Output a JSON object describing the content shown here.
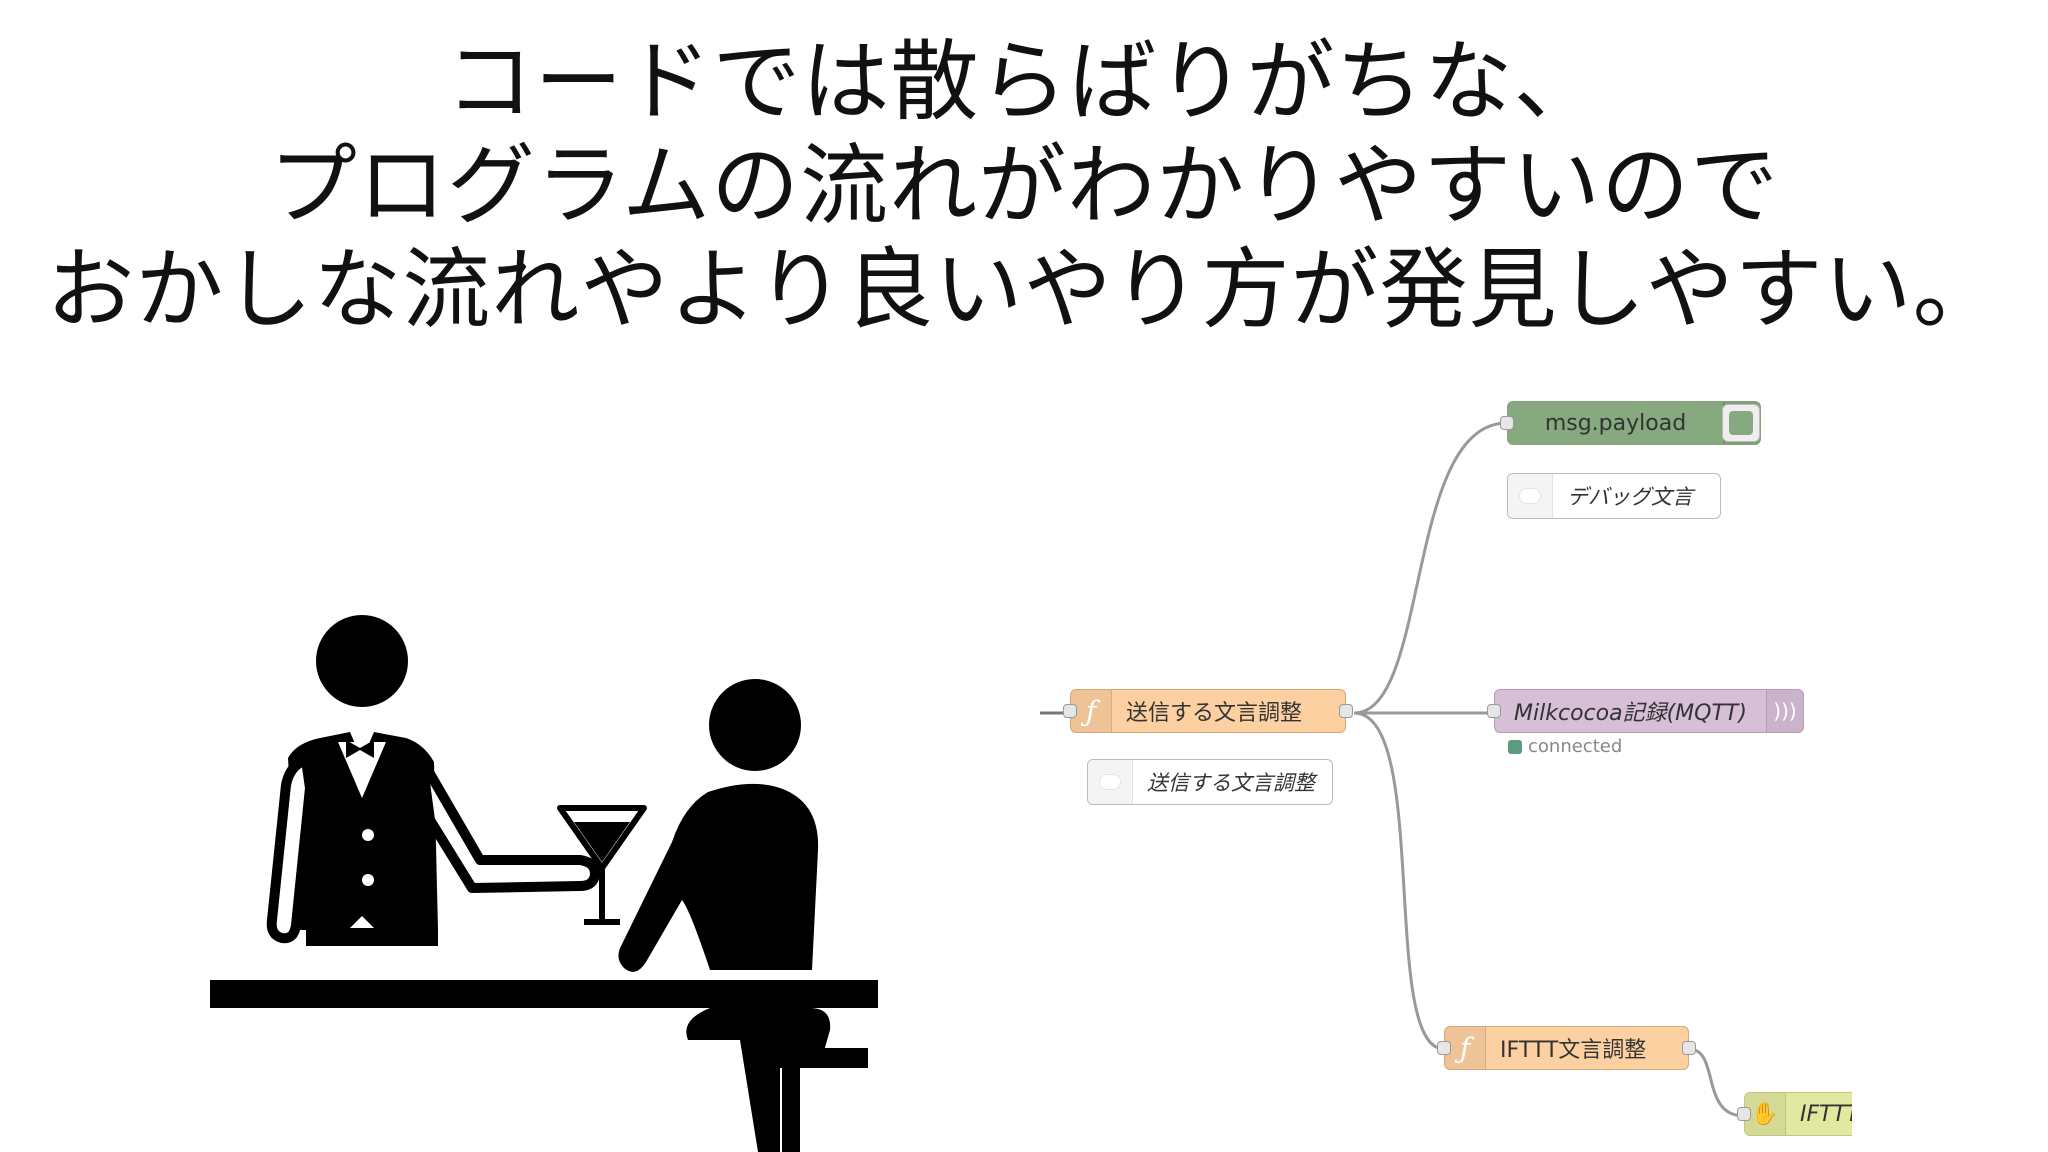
{
  "headline": {
    "line1": "コードでは散らばりがちな、",
    "line2": "プログラムの流れがわかりやすいので",
    "line3": "おかしな流れやより良いやり方が発見しやすい。"
  },
  "flow": {
    "nodes": {
      "debug": {
        "label": "msg.payload",
        "color": "#87a980",
        "icon": "list-icon"
      },
      "debug_comment": {
        "label": "デバッグ文言"
      },
      "function_main": {
        "label": "送信する文言調整",
        "color": "#fdd0a2",
        "icon": "function-icon",
        "icon_glyph": "ƒ"
      },
      "function_main_comment": {
        "label": "送信する文言調整"
      },
      "mqtt": {
        "label": "Milkcocoa記録(MQTT)",
        "color": "#d8bfd8",
        "icon": "broadcast-icon"
      },
      "mqtt_status": {
        "label": "connected",
        "color": "#5a9c7d"
      },
      "function_ifttt": {
        "label": "IFTTT文言調整",
        "color": "#fdd0a2",
        "icon": "function-icon",
        "icon_glyph": "ƒ"
      },
      "ifttt_out": {
        "label": "IFTTT",
        "color": "#e2e8a0",
        "icon": "ifttt-icon"
      }
    }
  }
}
